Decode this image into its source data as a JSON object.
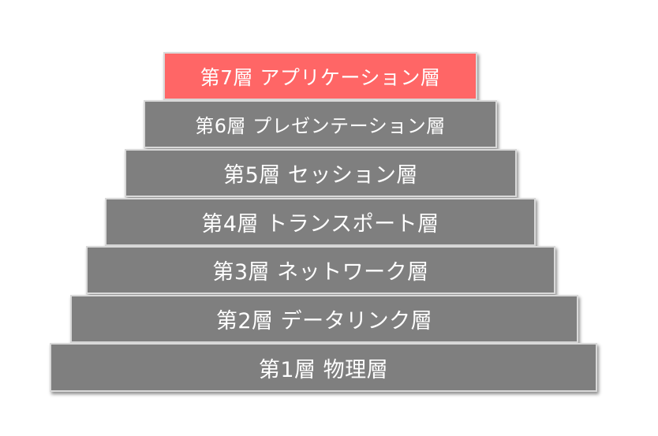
{
  "layers": [
    {
      "id": "l7",
      "label": "第7層 アプリケーション層",
      "highlighted": true
    },
    {
      "id": "l6",
      "label": "第6層 プレゼンテーション層",
      "highlighted": false
    },
    {
      "id": "l5",
      "label": "第5層 セッション層",
      "highlighted": false
    },
    {
      "id": "l4",
      "label": "第4層 トランスポート層",
      "highlighted": false
    },
    {
      "id": "l3",
      "label": "第3層 ネットワーク層",
      "highlighted": false
    },
    {
      "id": "l2",
      "label": "第2層 データリンク層",
      "highlighted": false
    },
    {
      "id": "l1",
      "label": "第1層 物理層",
      "highlighted": false
    }
  ],
  "colors": {
    "layer_fill": "#7f7f7f",
    "highlight_fill": "#ff6666",
    "border": "#d9d9d9",
    "text": "#ffffff"
  }
}
